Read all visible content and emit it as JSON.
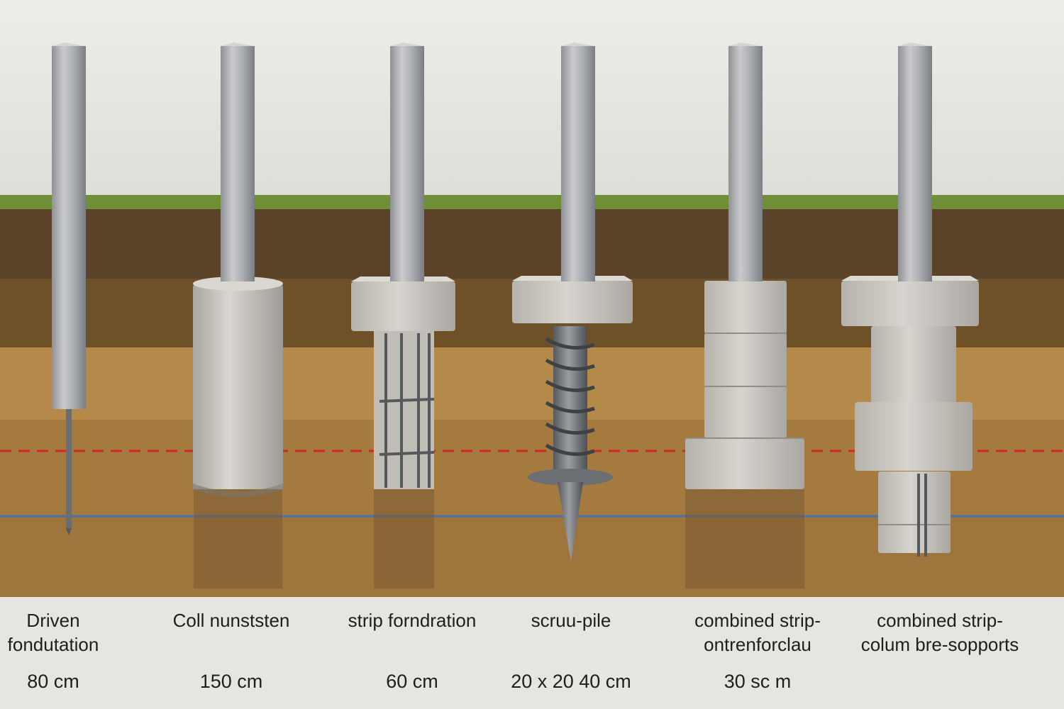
{
  "colors": {
    "sky": "#e6e5e1",
    "grass": "#6e8f35",
    "topsoil": "#5a4329",
    "subsoil": "#6e5029",
    "sand": "#b5894a",
    "deep_sand": "#a57a3e",
    "concrete": "#c8c6bf",
    "steel": "#a3a6aa",
    "frost_line": "#d1262b",
    "water_line": "#4a6fae"
  },
  "foundations": [
    {
      "id": "driven",
      "name": "Driven\nfondutation",
      "size": "80 cm",
      "icon": "steel-post-driven-pin"
    },
    {
      "id": "column",
      "name": "Coll nunststen",
      "size": "150 cm",
      "icon": "concrete-cylinder"
    },
    {
      "id": "strip",
      "name": "strip forndration",
      "size": "60 cm",
      "icon": "rebar-cage-with-cap"
    },
    {
      "id": "screw",
      "name": "scruu-pile",
      "size": "20 x 20 40 cm",
      "icon": "screw-pile"
    },
    {
      "id": "combined-1",
      "name": "combined strip-\nontrenforclau",
      "size": "30 sc m",
      "icon": "stacked-concrete-blocks"
    },
    {
      "id": "combined-2",
      "name": "combined strip-\ncolum bre-sopports",
      "size": "",
      "icon": "block-column-with-rebar"
    }
  ]
}
